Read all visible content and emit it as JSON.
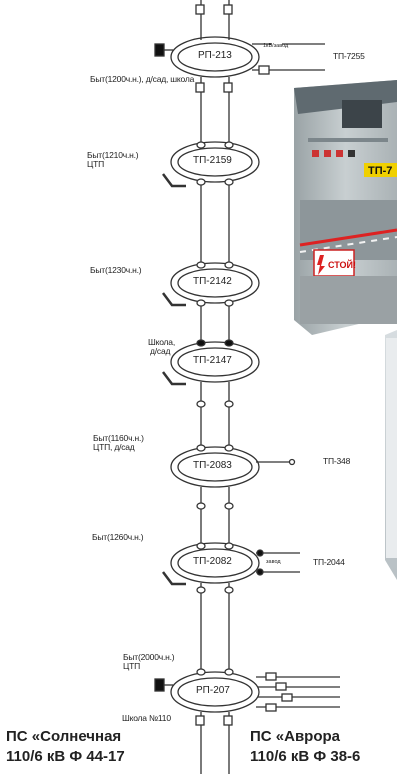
{
  "diagram": {
    "substations": [
      {
        "id": "rp213",
        "name": "РП-213",
        "note": "Быт(1200ч.н.), д/сад, школа"
      },
      {
        "id": "tp2159",
        "name": "ТП-2159",
        "note_line1": "Быт(1210ч.н.)",
        "note_line2": "ЦТП"
      },
      {
        "id": "tp2142",
        "name": "ТП-2142",
        "note": "Быт(1230ч.н.)"
      },
      {
        "id": "tp2147",
        "name": "ТП-2147",
        "note_line1": "Школа,",
        "note_line2": "д/сад"
      },
      {
        "id": "tp2083",
        "name": "ТП-2083",
        "note_line1": "Быт(1160ч.н.)",
        "note_line2": "ЦТП, д/сад"
      },
      {
        "id": "tp2082",
        "name": "ТП-2082",
        "note": "Быт(1260ч.н.)"
      },
      {
        "id": "rp207",
        "name": "РП-207",
        "note_line1": "Быт(2000ч.н.)",
        "note_line2": "ЦТП"
      }
    ],
    "external": {
      "tp7255": "ТП-7255",
      "tp348": "ТП-348",
      "tp2044": "ТП-2044",
      "line_label_top": "1кВ/завод",
      "line_label_mid": "завод"
    },
    "bottom_note": "Школа №110",
    "source_left": {
      "line1": "ПС «Солнечная",
      "line2": "110/6 кВ Ф 44-17"
    },
    "source_right": {
      "line1": "ПС «Аврора",
      "line2": "110/6 кВ Ф 38-6"
    },
    "photo_sign": "СТОЙ!",
    "photo_plate": "ТП-7"
  }
}
